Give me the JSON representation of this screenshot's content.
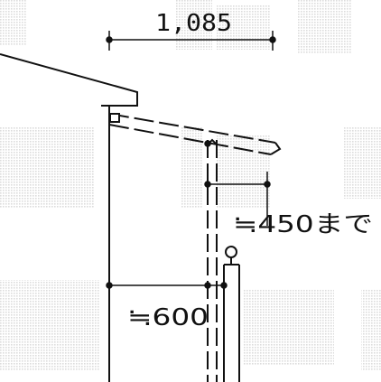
{
  "diagram": {
    "dimension_top": "1,085",
    "dimension_right": "≒450まで",
    "dimension_mid": "≒600",
    "colors": {
      "line": "#111111",
      "watermark": "#d6d6d6",
      "background": "#ffffff"
    }
  }
}
